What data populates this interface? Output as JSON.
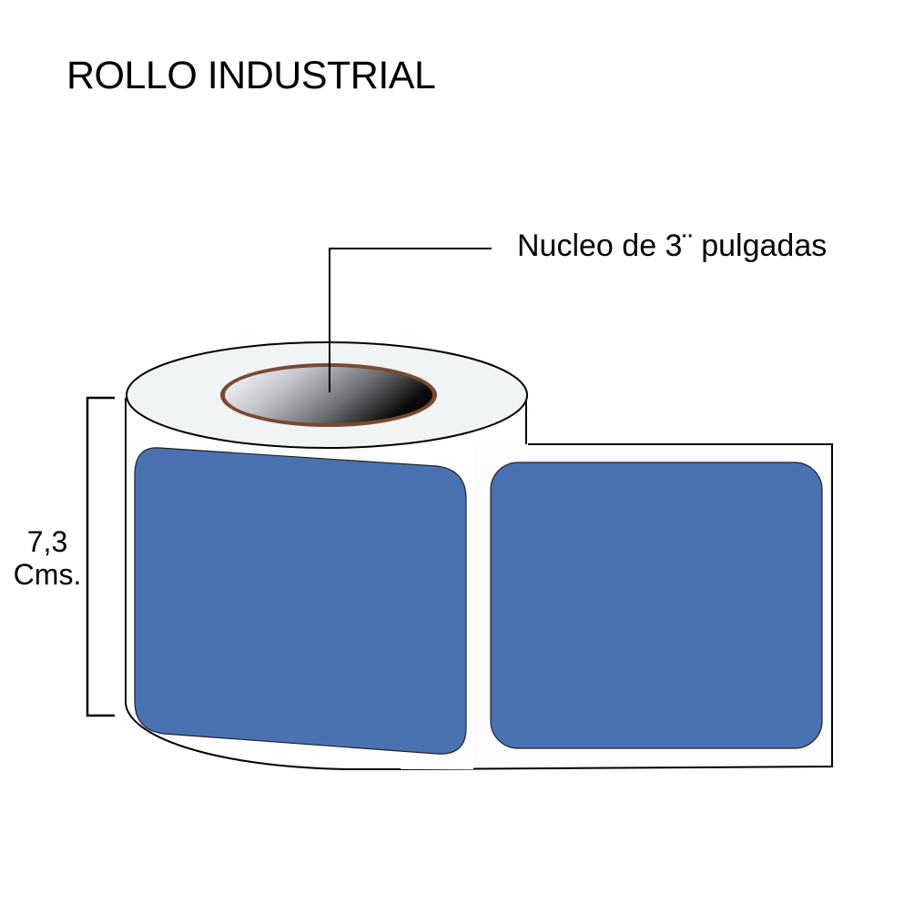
{
  "title": "ROLLO INDUSTRIAL",
  "annotations": {
    "core_label": "Nucleo de 3¨ pulgadas",
    "dimension_value": "7,3",
    "dimension_unit": "Cms."
  },
  "colors": {
    "label_fill": "#4a72b2",
    "roll_face": "#f1f4f5",
    "paper": "#ffffff",
    "core_ring": "#7a4a32",
    "outline": "#000000"
  },
  "labels": [
    {
      "name": "label-on-roll",
      "position": "wrapped on roll"
    },
    {
      "name": "label-unrolled",
      "position": "unrolled strip"
    }
  ]
}
